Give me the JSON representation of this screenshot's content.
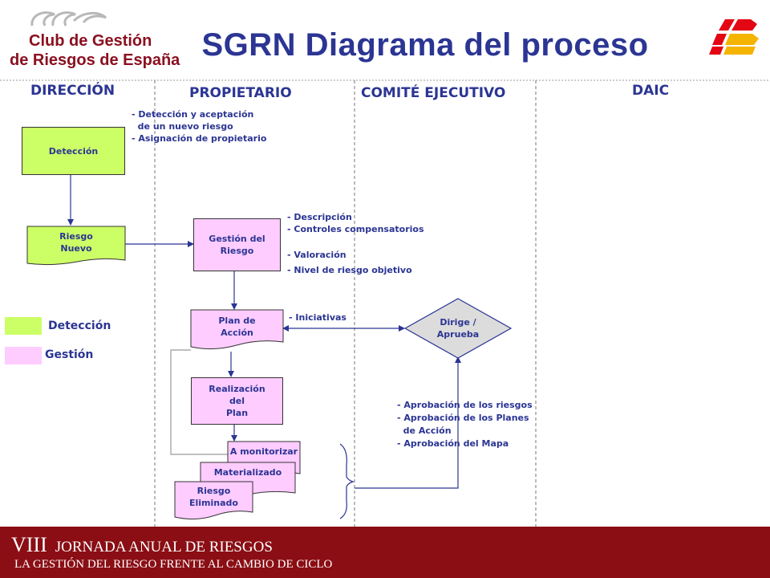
{
  "logo": {
    "line1": "Club de Gestión",
    "line2": "de Riesgos de España",
    "brand_color": "#8a1020"
  },
  "title": "SGRN Diagrama del proceso",
  "lanes": [
    "DIRECCIÓN",
    "PROPIETARIO",
    "COMITÉ EJECUTIVO",
    "DAIC"
  ],
  "boxes": {
    "deteccion": "Detección",
    "riesgo_nuevo": "Riesgo\nNuevo",
    "gestion_riesgo": "Gestión del\nRiesgo",
    "plan_accion": "Plan de\nAcción",
    "realizacion": "Realización\ndel\nPlan",
    "a_monitorizar": "A monitorizar",
    "materializado": "Materializado",
    "riesgo_eliminado": "Riesgo\nEliminado",
    "dirige_aprueba": "Dirige /\nAprueba"
  },
  "notes": {
    "deteccion": [
      "- Detección y aceptación",
      "  de un nuevo riesgo",
      "- Asignación de propietario"
    ],
    "gestion": [
      "- Descripción",
      "- Controles compensatorios",
      "- Valoración",
      "- Nivel de riesgo objetivo"
    ],
    "iniciativas": "- Iniciativas",
    "aprobacion": [
      "- Aprobación de los riesgos",
      "- Aprobación de los Planes",
      "  de Acción",
      "- Aprobación del Mapa"
    ]
  },
  "legend": {
    "deteccion": "Detección",
    "gestion": "Gestión"
  },
  "footer": {
    "line1_a": "VIII",
    "line1_b": "JORNADA ANUAL DE RIESGOS",
    "line2": "LA GESTIÓN DEL RIESGO FRENTE AL CAMBIO DE CICLO"
  },
  "colors": {
    "title": "#2b3593",
    "deteccion_fill": "#ccff66",
    "gestion_fill": "#ffccff",
    "footer_bg": "#8a0e14",
    "brand_red": "#e30613",
    "brand_yellow": "#f5b400"
  }
}
